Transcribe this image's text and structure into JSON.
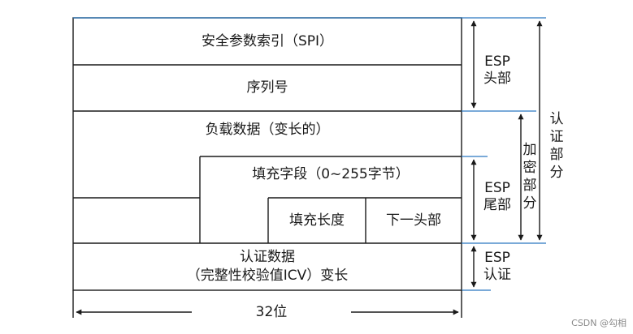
{
  "cells": {
    "spi": "安全参数索引（SPI）",
    "sequence": "序列号",
    "payload": "负载数据（变长的）",
    "padding": "填充字段（0~255字节）",
    "pad_length": "填充长度",
    "next_header": "下一头部",
    "auth_line1": "认证数据",
    "auth_line2": "（完整性校验值ICV）变长"
  },
  "side_labels": {
    "esp_header_1": "ESP",
    "esp_header_2": "头部",
    "esp_trailer_1": "ESP",
    "esp_trailer_2": "尾部",
    "esp_auth_1": "ESP",
    "esp_auth_2": "认证",
    "encrypted": [
      "加",
      "密",
      "部",
      "分"
    ],
    "authenticated": [
      "认",
      "证",
      "部",
      "分"
    ]
  },
  "width_label": "32位",
  "watermark": "CSDN @勾相",
  "colors": {
    "grid": "#1a1a1a",
    "accent": "#2a78c0"
  }
}
